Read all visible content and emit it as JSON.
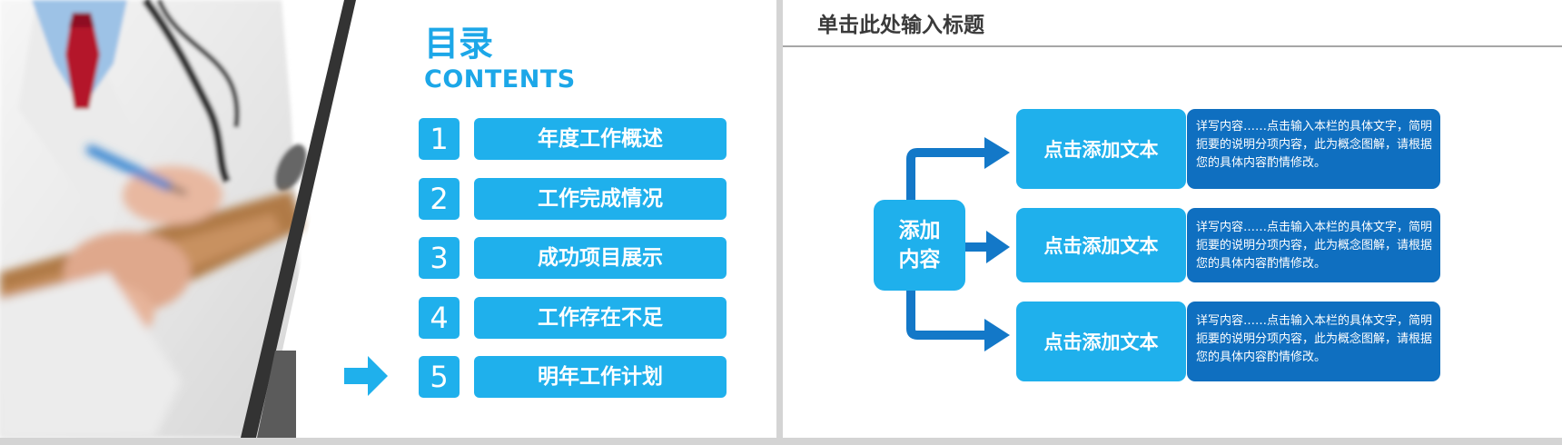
{
  "contents_slide": {
    "title": "目录",
    "subtitle": "CONTENTS",
    "items": [
      {
        "number": "1",
        "label": "年度工作概述"
      },
      {
        "number": "2",
        "label": "工作完成情况"
      },
      {
        "number": "3",
        "label": "成功项目展示"
      },
      {
        "number": "4",
        "label": "工作存在不足"
      },
      {
        "number": "5",
        "label": "明年工作计划"
      }
    ],
    "pointer_icon": "right-arrow-icon"
  },
  "diagram_slide": {
    "title": "单击此处输入标题",
    "root_label": "添加内容",
    "branches": [
      {
        "label": "点击添加文本",
        "detail": "详写内容……点击输入本栏的具体文字，简明扼要的说明分项内容，此为概念图解，请根据您的具体内容酌情修改。"
      },
      {
        "label": "点击添加文本",
        "detail": "详写内容……点击输入本栏的具体文字，简明扼要的说明分项内容，此为概念图解，请根据您的具体内容酌情修改。"
      },
      {
        "label": "点击添加文本",
        "detail": "详写内容……点击输入本栏的具体文字，简明扼要的说明分项内容，此为概念图解，请根据您的具体内容酌情修改。"
      }
    ]
  },
  "colors": {
    "accent_blue": "#1fb0ec",
    "title_blue": "#1ca7e8",
    "dark_blue": "#0f6fc0",
    "connector_blue": "#1378c8",
    "slide_bg": "#ffffff",
    "gap_gray": "#d4d4d4"
  }
}
